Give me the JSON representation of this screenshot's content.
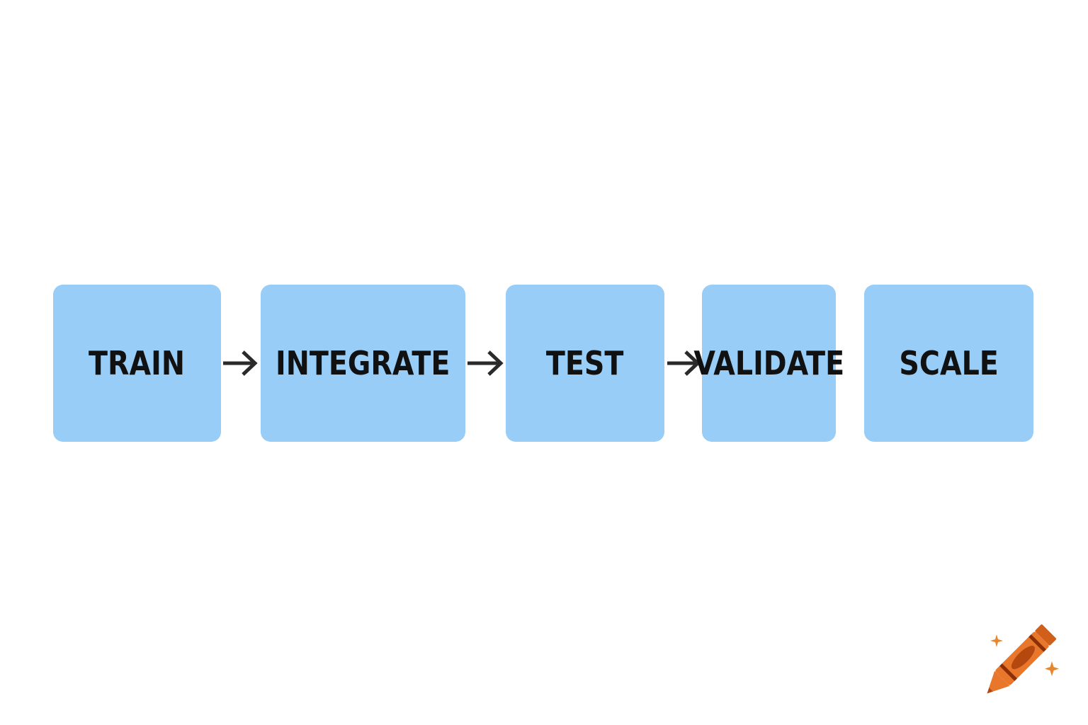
{
  "colors": {
    "background": "#ffffff",
    "box_fill": "#97cdf7",
    "text": "#111111",
    "arrow": "#2a2a2a",
    "logo_orange": "#e8762b",
    "logo_dark": "#b4480f",
    "sparkle": "#e8862e"
  },
  "diagram": {
    "type": "linear-flow",
    "steps": [
      {
        "label": "TRAIN"
      },
      {
        "label": "INTEGRATE"
      },
      {
        "label": "TEST"
      },
      {
        "label": "VALIDATE"
      },
      {
        "label": "SCALE"
      }
    ],
    "connectors": [
      {
        "from": "TRAIN",
        "to": "INTEGRATE",
        "icon": "right-arrow-icon"
      },
      {
        "from": "INTEGRATE",
        "to": "TEST",
        "icon": "right-arrow-icon"
      },
      {
        "from": "TEST",
        "to": "VALIDATE",
        "icon": "right-arrow-icon"
      }
    ]
  },
  "logo": {
    "icon": "crayon-icon"
  }
}
